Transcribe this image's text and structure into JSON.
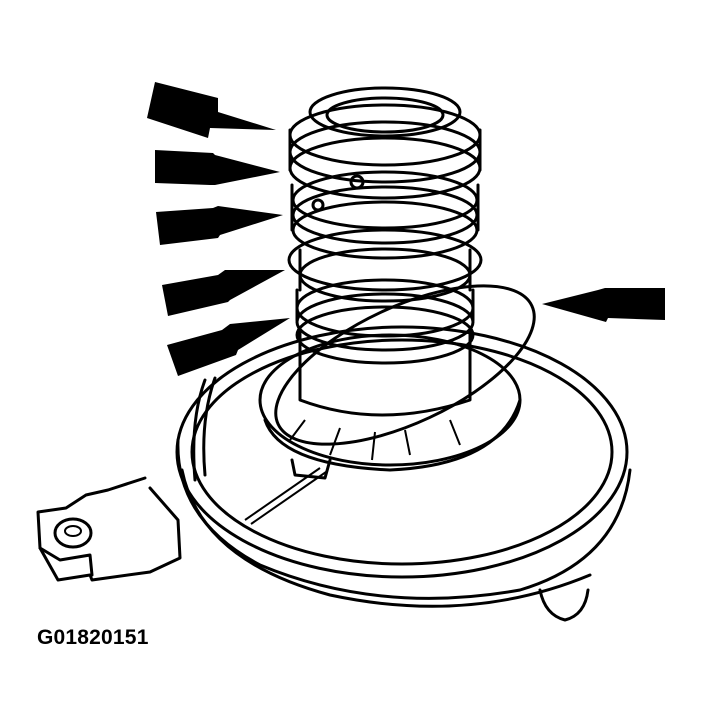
{
  "figure": {
    "type": "technical-line-drawing",
    "subject": "seal rings on stepped cylindrical hub with base flange",
    "figure_id": "G01820151",
    "colors": {
      "line": "#000000",
      "background": "#ffffff"
    }
  },
  "arrows": [
    {
      "id": 1,
      "direction": "right",
      "target": "top seal ring"
    },
    {
      "id": 2,
      "direction": "right",
      "target": "second seal ring"
    },
    {
      "id": 3,
      "direction": "right",
      "target": "third seal ring"
    },
    {
      "id": 4,
      "direction": "right",
      "target": "fourth seal ring"
    },
    {
      "id": 5,
      "direction": "right",
      "target": "lower seal ring"
    },
    {
      "id": 6,
      "direction": "left",
      "target": "large O-ring around hub base"
    }
  ]
}
